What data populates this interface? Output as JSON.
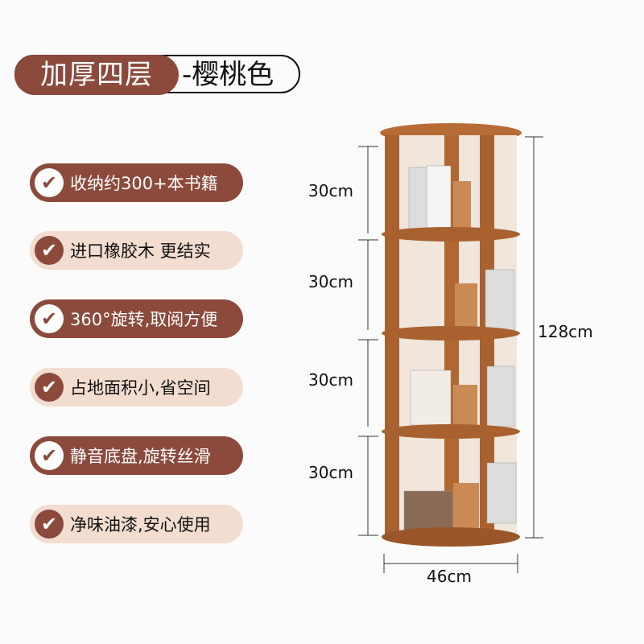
{
  "title": {
    "main": "加厚四层",
    "sub": "-樱桃色"
  },
  "features": [
    {
      "label": "收纳约300+本书籍",
      "style": "dark"
    },
    {
      "label": "进口橡胶木 更结实",
      "style": "light"
    },
    {
      "label": "360°旋转,取阅方便",
      "style": "dark"
    },
    {
      "label": "占地面积小,省空间",
      "style": "light"
    },
    {
      "label": "静音底盘,旋转丝滑",
      "style": "dark"
    },
    {
      "label": "净味油漆,安心使用",
      "style": "light"
    }
  ],
  "check_icon": "✔",
  "dimensions": {
    "tier_heights": [
      "30cm",
      "30cm",
      "30cm",
      "30cm"
    ],
    "total_height": "128cm",
    "width": "46cm"
  },
  "colors": {
    "brand": "#8b4a3c",
    "light": "#f3ddd1",
    "wood": "#a8612f"
  }
}
